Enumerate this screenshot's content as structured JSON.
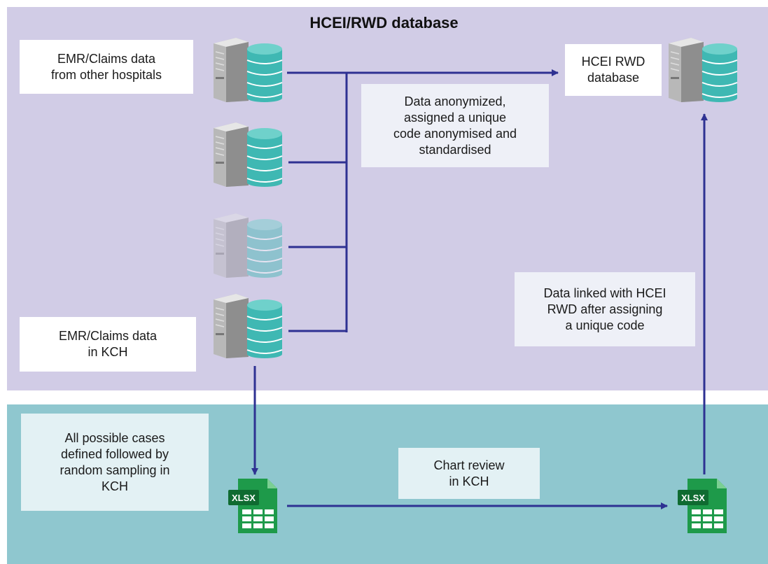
{
  "title": "HCEI/RWD database",
  "boxes": {
    "emr_other": "EMR/Claims data\nfrom other hospitals",
    "hcei_db": "HCEI RWD\ndatabase",
    "anonymized": "Data anonymized,\nassigned a unique\ncode anonymised and\nstandardised",
    "emr_kch": "EMR/Claims data\nin KCH",
    "linked": "Data linked with HCEI\nRWD after assigning\na unique code",
    "all_cases": "All possible cases\ndefined followed by\nrandom sampling in\nKCH",
    "chart_review": "Chart review\nin KCH"
  },
  "icons": {
    "xlsx_label": "XLSX",
    "server": "server-database-icon",
    "spreadsheet": "xlsx-file-icon"
  },
  "colors": {
    "top_panel": "#d1cce6",
    "bottom_panel": "#8fc7cf",
    "arrow": "#2e3192",
    "database": "#3fb8b3",
    "xlsx_green": "#1e9a4a"
  }
}
